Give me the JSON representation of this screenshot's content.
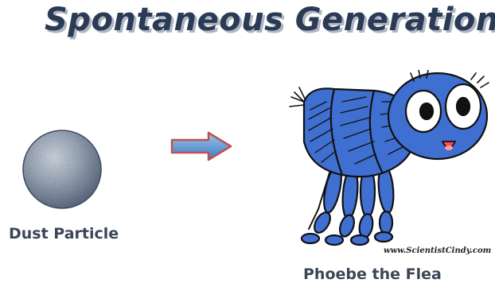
{
  "slide": {
    "title": "Spontaneous Generation",
    "left_item": {
      "label": "Dust Particle",
      "icon": "dust-particle"
    },
    "connector": {
      "icon": "right-arrow"
    },
    "right_item": {
      "label": "Phoebe the Flea",
      "icon": "cartoon-flea"
    },
    "credit": "www.ScientistCindy.com"
  },
  "colors": {
    "title": "#2b3a55",
    "flea_body": "#3f6fd0",
    "flea_outline": "#111111",
    "arrow_fill": "#5b9bd5",
    "arrow_outline": "#c0504d",
    "dust": "#8f9fb8",
    "label": "#3b4656"
  }
}
